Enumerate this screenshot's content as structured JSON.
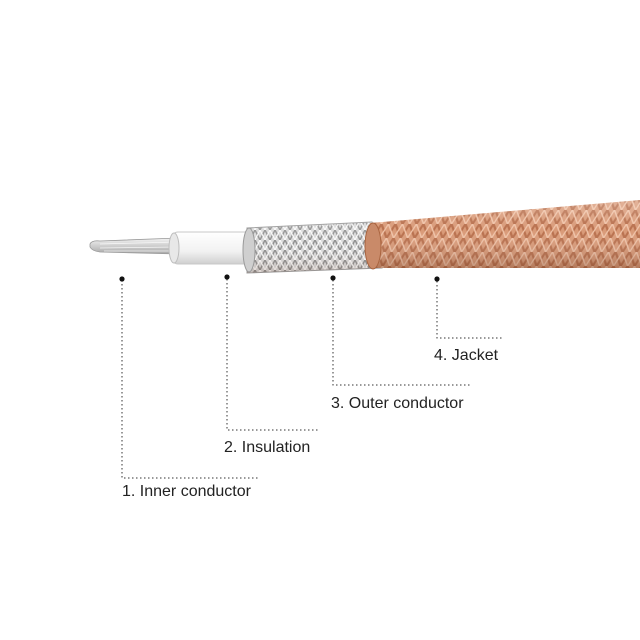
{
  "colors": {
    "jacket": "#d99a78",
    "jacket_dark": "#b86f4c",
    "jacket_light": "#f0c3a8",
    "braid": "#c9c9c9",
    "braid_dark": "#8f8f8f",
    "insulation": "#f6f6f6",
    "conductor": "#d4d4d4",
    "leader": "#333333",
    "dot": "#111111"
  },
  "labels": [
    {
      "id": "inner-conductor",
      "text": "1. Inner conductor"
    },
    {
      "id": "insulation",
      "text": "2. Insulation"
    },
    {
      "id": "outer-conductor",
      "text": "3. Outer conductor"
    },
    {
      "id": "jacket",
      "text": "4. Jacket"
    }
  ]
}
